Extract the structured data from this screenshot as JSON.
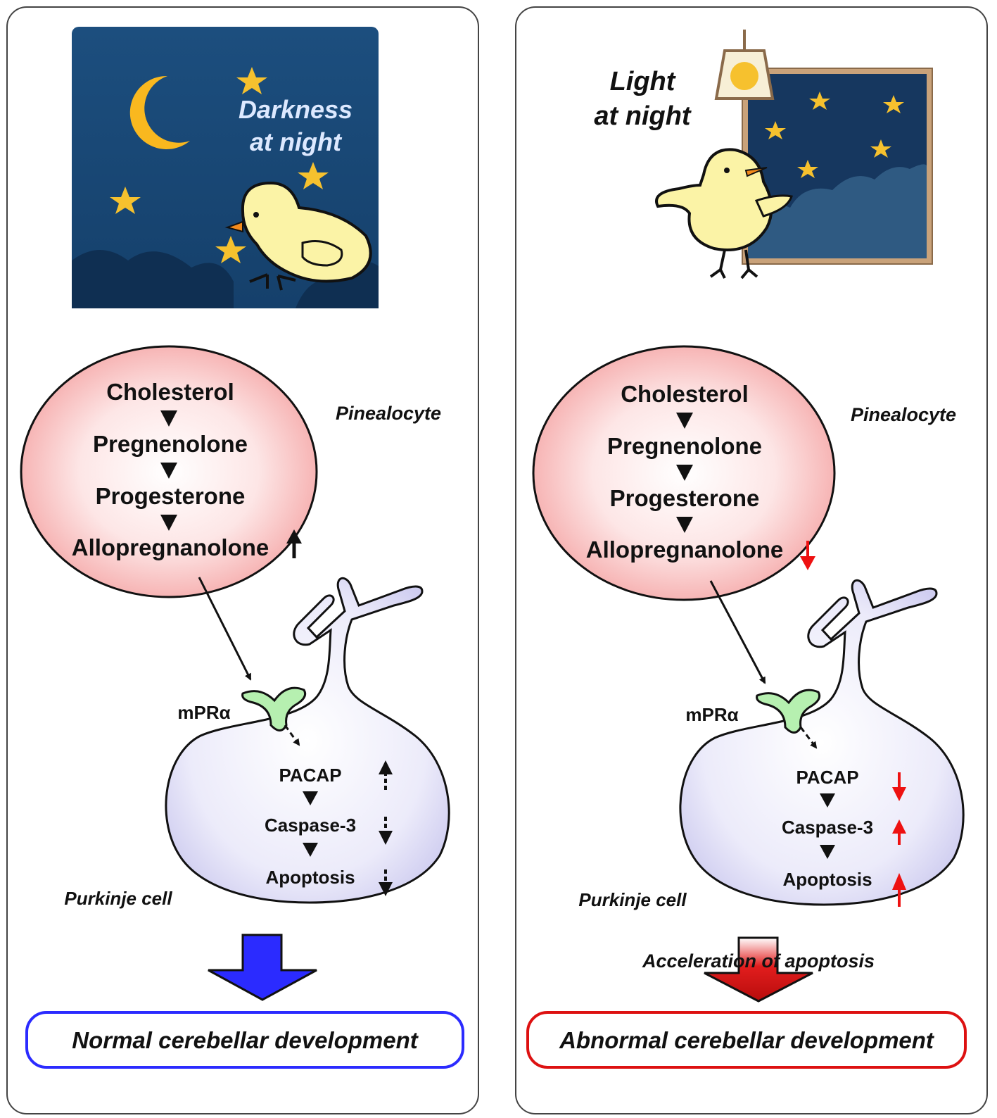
{
  "left": {
    "scene_label_line1": "Darkness",
    "scene_label_line2": "at night",
    "pathway": [
      "Cholesterol",
      "Pregnenolone",
      "Progesterone",
      "Allopregnanolone"
    ],
    "cell_label": "Pinealocyte",
    "receptor_label": "mPRα",
    "cascade": [
      "PACAP",
      "Caspase-3",
      "Apoptosis"
    ],
    "neuron_label": "Purkinje cell",
    "outcome": "Normal cerebellar development",
    "accent_color": "#2b2bff",
    "change_color": "#111111"
  },
  "right": {
    "scene_label_line1": "Light",
    "scene_label_line2": "at night",
    "pathway": [
      "Cholesterol",
      "Pregnenolone",
      "Progesterone",
      "Allopregnanolone"
    ],
    "cell_label": "Pinealocyte",
    "receptor_label": "mPRα",
    "cascade": [
      "PACAP",
      "Caspase-3",
      "Apoptosis"
    ],
    "neuron_label": "Purkinje cell",
    "arrow_label": "Acceleration of apoptosis",
    "outcome": "Abnormal cerebellar development",
    "accent_color": "#dd1111",
    "change_color": "#ee1111"
  },
  "icons": [
    "moon-icon",
    "star-icon",
    "chick-icon",
    "lamp-icon",
    "window-icon"
  ]
}
